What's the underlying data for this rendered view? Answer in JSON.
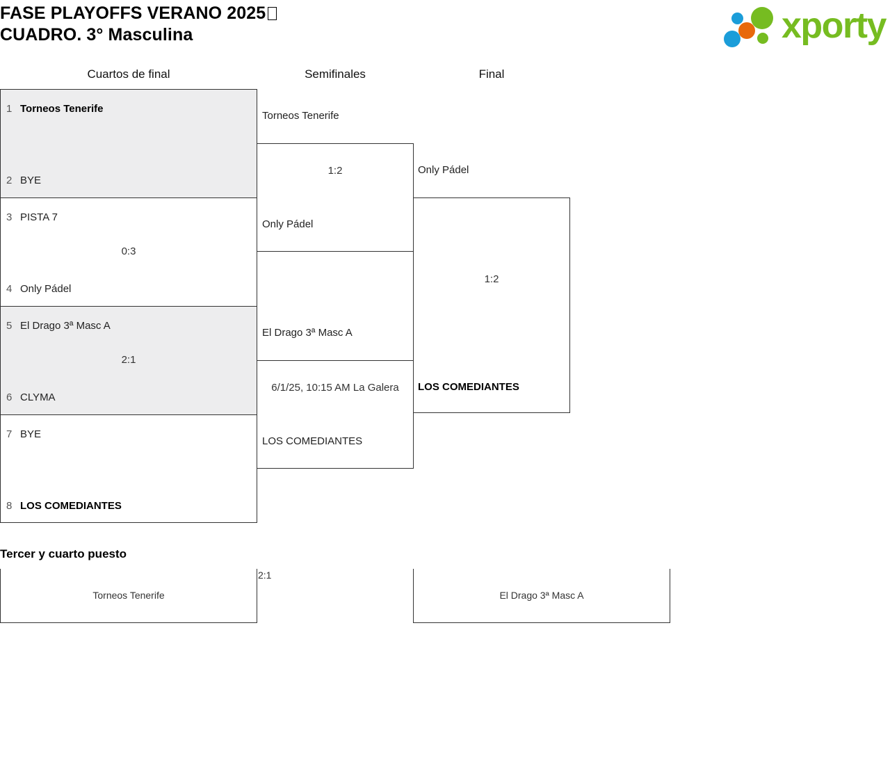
{
  "header": {
    "title_line1": "FASE PLAYOFFS VERANO 2025",
    "title_line2": "CUADRO. 3° Masculina",
    "logo_word": "xporty",
    "logo_colors": {
      "green": "#76bc21",
      "orange": "#e8690b",
      "blue": "#1b9dd9"
    }
  },
  "rounds": [
    {
      "label": "Cuartos de final"
    },
    {
      "label": "Semifinales"
    },
    {
      "label": "Final"
    }
  ],
  "quarterfinals": [
    {
      "shaded": true,
      "top": {
        "seed": "1",
        "team": "Torneos Tenerife",
        "winner": true
      },
      "bottom": {
        "seed": "2",
        "team": "BYE",
        "winner": false
      },
      "score": ""
    },
    {
      "shaded": false,
      "top": {
        "seed": "3",
        "team": "PISTA 7",
        "winner": false
      },
      "bottom": {
        "seed": "4",
        "team": "Only Pádel",
        "winner": false
      },
      "score": "0:3"
    },
    {
      "shaded": true,
      "top": {
        "seed": "5",
        "team": "El Drago 3ª Masc A",
        "winner": false
      },
      "bottom": {
        "seed": "6",
        "team": "CLYMA",
        "winner": false
      },
      "score": "2:1"
    },
    {
      "shaded": false,
      "top": {
        "seed": "7",
        "team": "BYE",
        "winner": false
      },
      "bottom": {
        "seed": "8",
        "team": "LOS COMEDIANTES",
        "winner": true
      },
      "score": ""
    }
  ],
  "semifinals": [
    {
      "top_team": "Torneos Tenerife",
      "bottom_team": "Only Pádel",
      "score": "1:2"
    },
    {
      "top_team": "El Drago 3ª Masc A",
      "bottom_team": "LOS COMEDIANTES",
      "score": "6/1/25, 10:15 AM La Galera"
    }
  ],
  "final": {
    "top_team": "Only Pádel",
    "bottom_team": "LOS COMEDIANTES",
    "bottom_winner": true,
    "score": "1:2"
  },
  "third_place": {
    "title": "Tercer y cuarto puesto",
    "left_team": "Torneos Tenerife",
    "right_team": "El Drago 3ª Masc A",
    "score": "2:1"
  }
}
